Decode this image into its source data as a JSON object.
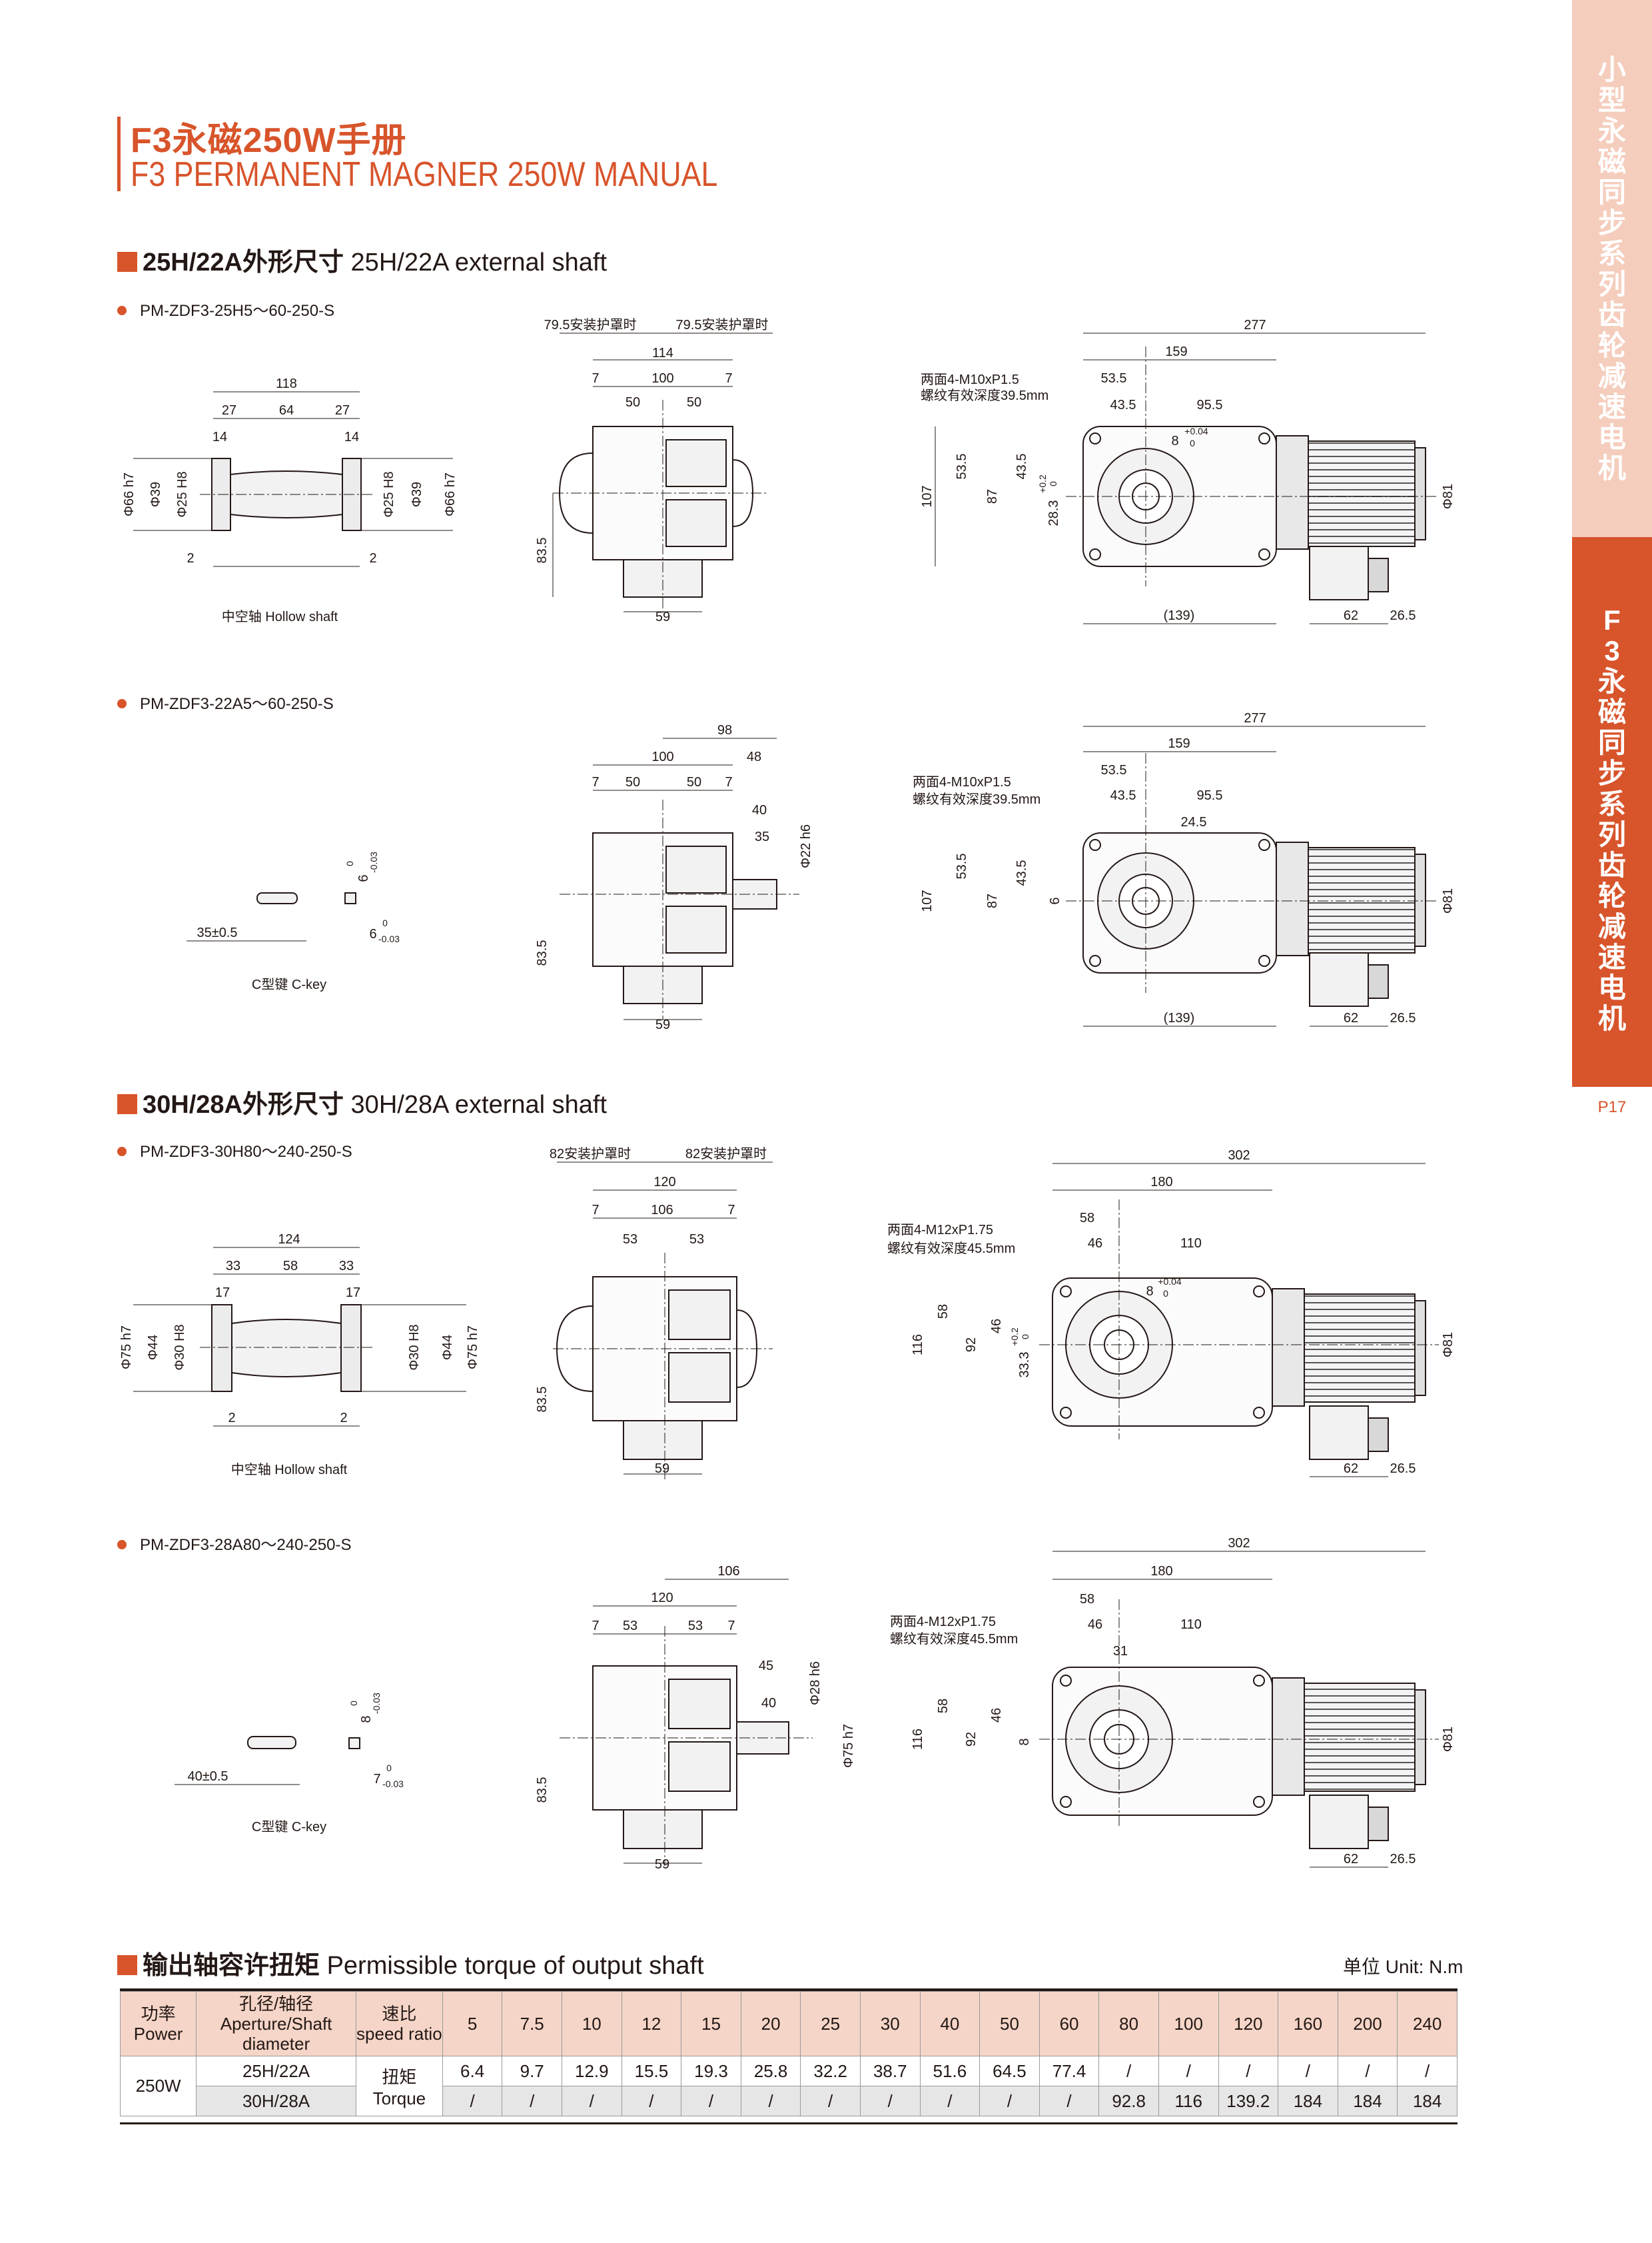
{
  "header": {
    "title_cn": "F3永磁250W手册",
    "title_en": "F3 PERMANENT MAGNER 250W MANUAL"
  },
  "sidebar": {
    "series_top": "小型永磁同步系列齿轮减速电机",
    "series_active": "F3永磁同步系列齿轮减速电机",
    "page": "P17",
    "accent": "#d8542b",
    "light": "#f5cdbd"
  },
  "sections": [
    {
      "cn": "25H/22A外形尺寸",
      "en": "25H/22A external shaft"
    },
    {
      "cn": "30H/28A外形尺寸",
      "en": "30H/28A external shaft"
    },
    {
      "cn": "输出轴容许扭矩",
      "en": "Permissible torque of output shaft"
    }
  ],
  "models": [
    "PM-ZDF3-25H5～60-250-S",
    "PM-ZDF3-22A5～60-250-S",
    "PM-ZDF3-30H80～240-250-S",
    "PM-ZDF3-28A80～240-250-S"
  ],
  "captions": {
    "hollow": "中空轴 Hollow shaft",
    "key": "C型键 C-key"
  },
  "dims": {
    "d1": {
      "hollow": [
        "118",
        "27",
        "64",
        "27",
        "14",
        "14",
        "Φ66 h7",
        "Φ39",
        "Φ25 H8",
        "Φ25 H8",
        "Φ39",
        "Φ66 h7",
        "2",
        "2"
      ],
      "side": [
        "79.5安装护罩时",
        "79.5安装护罩时",
        "114",
        "7",
        "100",
        "7",
        "50",
        "50",
        "83.5",
        "59"
      ],
      "front": [
        "277",
        "159",
        "两面4-M10xP1.5",
        "螺纹有效深度39.5mm",
        "53.5",
        "43.5",
        "95.5",
        "8",
        "+0.04",
        "0",
        "107",
        "53.5",
        "87",
        "43.5",
        "28.3",
        "+0.2",
        "0",
        "Φ81",
        "(139)",
        "62",
        "26.5"
      ]
    },
    "d2": {
      "key": [
        "35±0.5",
        "6",
        "0",
        "-0.03",
        "6",
        "0",
        "-0.03"
      ],
      "side": [
        "98",
        "100",
        "48",
        "7",
        "50",
        "50",
        "7",
        "40",
        "35",
        "Φ22 h6",
        "83.5",
        "59"
      ],
      "front": [
        "277",
        "159",
        "两面4-M10xP1.5",
        "螺纹有效深度39.5mm",
        "53.5",
        "43.5",
        "95.5",
        "24.5",
        "107",
        "53.5",
        "87",
        "43.5",
        "6",
        "Φ81",
        "(139)",
        "62",
        "26.5"
      ]
    },
    "d3": {
      "hollow": [
        "124",
        "33",
        "58",
        "33",
        "17",
        "17",
        "Φ75 h7",
        "Φ44",
        "Φ30 H8",
        "Φ30 H8",
        "Φ44",
        "Φ75 h7",
        "2",
        "2"
      ],
      "side": [
        "82安装护罩时",
        "82安装护罩时",
        "120",
        "7",
        "106",
        "7",
        "53",
        "53",
        "83.5",
        "59"
      ],
      "front": [
        "302",
        "180",
        "两面4-M12xP1.75",
        "螺纹有效深度45.5mm",
        "58",
        "46",
        "110",
        "8",
        "+0.04",
        "0",
        "116",
        "58",
        "92",
        "46",
        "33.3",
        "+0.2",
        "0",
        "Φ81",
        "62",
        "26.5"
      ]
    },
    "d4": {
      "key": [
        "40±0.5",
        "8",
        "0",
        "-0.03",
        "7",
        "0",
        "-0.03"
      ],
      "side": [
        "106",
        "120",
        "7",
        "53",
        "53",
        "7",
        "45",
        "40",
        "Φ28 h6",
        "Φ75 h7",
        "83.5",
        "59"
      ],
      "front": [
        "302",
        "180",
        "两面4-M12xP1.75",
        "螺纹有效深度45.5mm",
        "58",
        "46",
        "110",
        "31",
        "116",
        "58",
        "92",
        "46",
        "8",
        "Φ81",
        "62",
        "26.5"
      ]
    }
  },
  "torque_table": {
    "unit": "单位 Unit: N.m",
    "head_power": [
      "功率",
      "Power"
    ],
    "head_aperture": [
      "孔径/轴径",
      "Aperture/Shaft diameter"
    ],
    "head_ratio": [
      "速比",
      "speed ratio"
    ],
    "ratios": [
      "5",
      "7.5",
      "10",
      "12",
      "15",
      "20",
      "25",
      "30",
      "40",
      "50",
      "60",
      "80",
      "100",
      "120",
      "160",
      "200",
      "240"
    ],
    "power": "250W",
    "torque_label": [
      "扭矩",
      "Torque"
    ],
    "rows": [
      {
        "size": "25H/22A",
        "values": [
          "6.4",
          "9.7",
          "12.9",
          "15.5",
          "19.3",
          "25.8",
          "32.2",
          "38.7",
          "51.6",
          "64.5",
          "77.4",
          "/",
          "/",
          "/",
          "/",
          "/",
          "/"
        ]
      },
      {
        "size": "30H/28A",
        "values": [
          "/",
          "/",
          "/",
          "/",
          "/",
          "/",
          "/",
          "/",
          "/",
          "/",
          "/",
          "92.8",
          "116",
          "139.2",
          "184",
          "184",
          "184"
        ]
      }
    ]
  }
}
